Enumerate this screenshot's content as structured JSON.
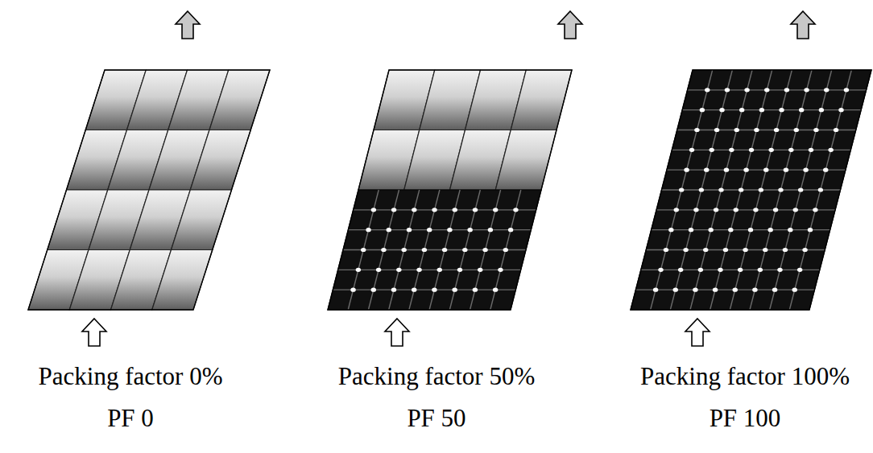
{
  "diagram": {
    "labels": [
      "Packing factor 0%",
      "PF 0",
      "Packing factor 50%",
      "PF 50",
      "Packing factor 100%",
      "PF 100"
    ]
  }
}
